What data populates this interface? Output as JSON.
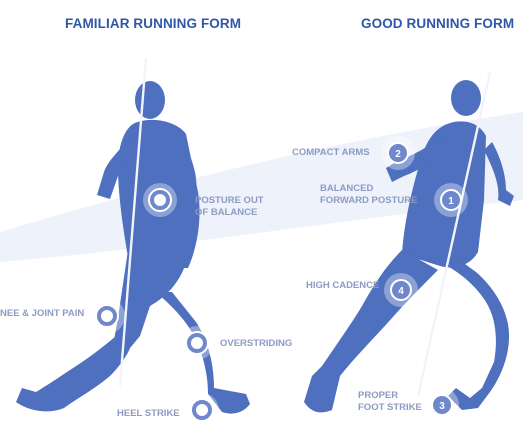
{
  "colors": {
    "figure": "#4f6fbf",
    "title": "#2f56a8",
    "label": "#8d9bc4",
    "line": "#f2f4fb",
    "marker_ring": "#ffffff",
    "marker_fill": "#6f88cc",
    "swoosh": "#eef2fa"
  },
  "left": {
    "title": "FAMILIAR RUNNING FORM",
    "labels": {
      "posture": [
        "POSTURE OUT",
        "OF BALANCE"
      ],
      "knee": "NEE & JOINT PAIN",
      "overstriding": "OVERSTRIDING",
      "heel": "HEEL STRIKE"
    }
  },
  "right": {
    "title": "GOOD RUNNING FORM",
    "labels": {
      "arms": "COMPACT ARMS",
      "balanced": [
        "BALANCED",
        "FORWARD POSTURE"
      ],
      "cadence": "HIGH CADENCE",
      "foot": [
        "PROPER",
        "FOOT STRIKE"
      ]
    },
    "markers": [
      "1",
      "2",
      "3",
      "4"
    ]
  }
}
